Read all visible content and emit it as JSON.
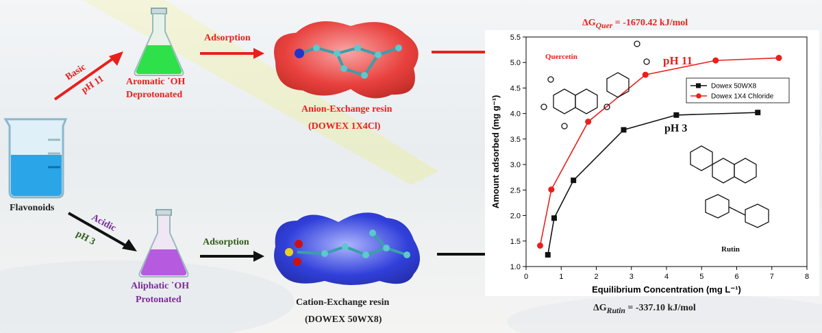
{
  "labels": {
    "basic": "Basic",
    "ph11_left": "pH 11",
    "aromatic_line1": "Aromatic ˙OH",
    "aromatic_line2": "Deprotonated",
    "adsorption_top": "Adsorption",
    "anion_resin": "Anion-Exchange resin",
    "anion_resin_name": "(DOWEX 1X4Cl)",
    "flavonoids": "Flavonoids",
    "acidic": "Acidic",
    "ph3_left": "pH 3",
    "aliphatic_line1": "Aliphatic ˙OH",
    "aliphatic_line2": "Protonated",
    "adsorption_bottom": "Adsorption",
    "cation_resin": "Cation-Exchange resin",
    "cation_resin_name": "(DOWEX 50WX8)",
    "dg_quer": "ΔG",
    "dg_quer_sub": "Quer",
    "dg_quer_value": " = -1670.42 kJ/mol",
    "dg_rutin": "ΔG",
    "dg_rutin_sub": "Rutin",
    "dg_rutin_value": " = -337.10 kJ/mol",
    "quercetin": "Quercetin",
    "rutin": "Rutin",
    "ph11_chart": "pH 11",
    "ph3_chart": "pH 3"
  },
  "colors": {
    "red": "#e8201c",
    "black": "#111111",
    "green_flask": "#2ee04a",
    "purple_flask": "#b65ae0",
    "blue_beaker": "#2aa5e8",
    "anion_surface": "#e8322e",
    "cation_surface": "#2030d8"
  },
  "chart_data": {
    "type": "line",
    "xlabel": "Equilibrium Concentration (mg L⁻¹)",
    "ylabel": "Amount adsorbed (mg g⁻¹)",
    "xlim": [
      0,
      8
    ],
    "ylim": [
      1.0,
      5.5
    ],
    "xticks": [
      "0",
      "1",
      "2",
      "3",
      "4",
      "5",
      "6",
      "7",
      "8"
    ],
    "yticks": [
      "1.0",
      "1.5",
      "2.0",
      "2.5",
      "3.0",
      "3.5",
      "4.0",
      "4.5",
      "5.0",
      "5.5"
    ],
    "legend_position": "right",
    "series": [
      {
        "name": "Dowex 50WX8",
        "marker": "square",
        "color": "#111111",
        "x": [
          0.62,
          0.8,
          1.35,
          2.78,
          4.28,
          6.6
        ],
        "y": [
          1.23,
          1.95,
          2.69,
          3.68,
          3.97,
          4.02
        ]
      },
      {
        "name": "Dowex 1X4 Chloride",
        "marker": "circle",
        "color": "#e8201c",
        "x": [
          0.4,
          0.72,
          1.77,
          3.4,
          5.4,
          7.2
        ],
        "y": [
          1.41,
          2.51,
          3.84,
          4.76,
          5.04,
          5.09
        ]
      }
    ]
  }
}
